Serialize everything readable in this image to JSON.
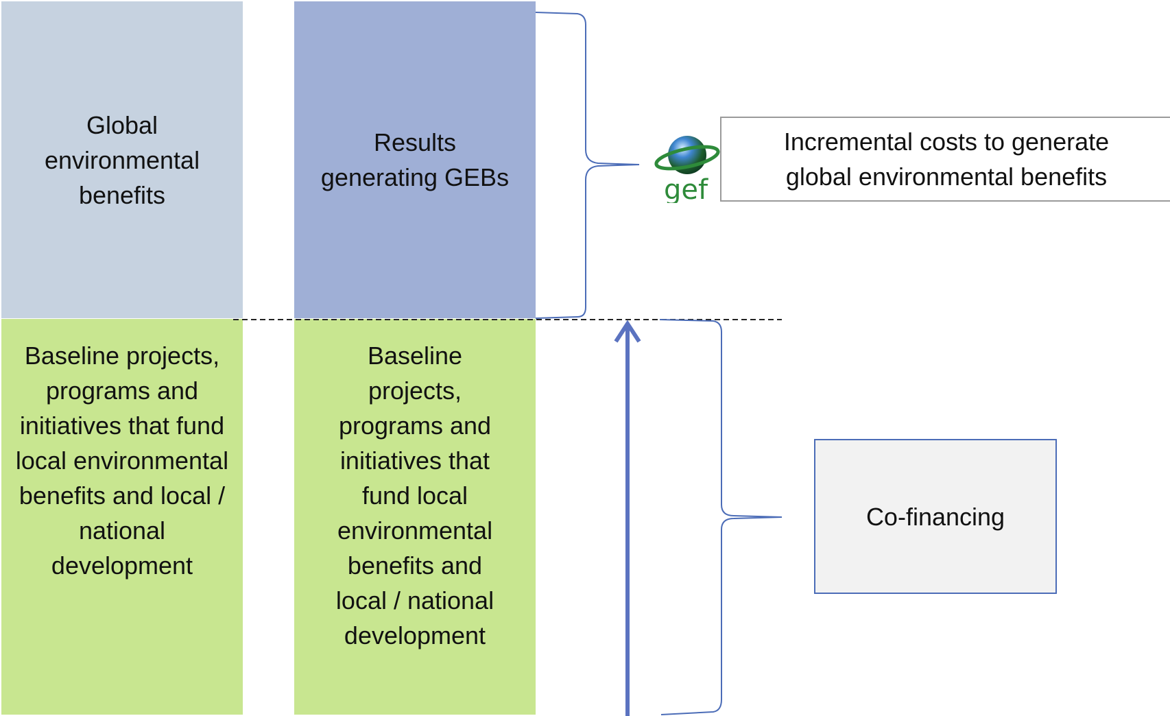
{
  "left_column": {
    "top_block": "Global environmental benefits",
    "bottom_block": "Baseline projects, programs and initiatives that fund local environmental benefits and local / national development"
  },
  "right_column": {
    "top_block": "Results generating GEBs",
    "bottom_block": "Baseline projects, programs and initiatives that fund local environmental benefits and local / national development"
  },
  "callouts": {
    "incremental": "Incremental costs to generate global environmental benefits",
    "cofinancing": "Co-financing"
  },
  "logo": {
    "text": "gef",
    "icon": "globe-with-orbit-icon"
  },
  "colors": {
    "global_benefits_block": "#c6d2e0",
    "results_block": "#9fafd6",
    "baseline_block": "#c8e690",
    "bracket_line": "#4b6cb7",
    "arrow": "#5b73c0",
    "logo_green": "#2e8b3a",
    "logo_blue": "#1f5fa8"
  }
}
